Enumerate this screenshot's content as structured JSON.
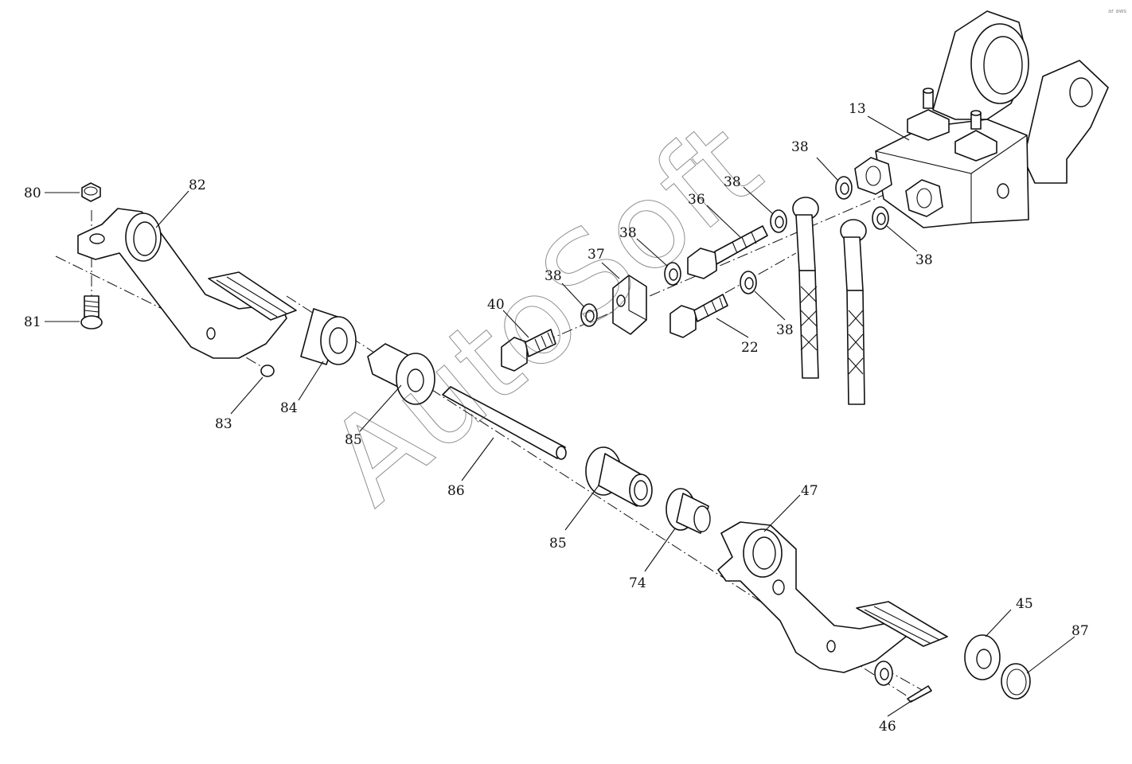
{
  "watermark": "AutoSoft",
  "corner_mark": "ar aws",
  "callouts": [
    {
      "id": "c80",
      "text": "80"
    },
    {
      "id": "c82",
      "text": "82"
    },
    {
      "id": "c81",
      "text": "81"
    },
    {
      "id": "c83",
      "text": "83"
    },
    {
      "id": "c84",
      "text": "84"
    },
    {
      "id": "c85a",
      "text": "85"
    },
    {
      "id": "c86",
      "text": "86"
    },
    {
      "id": "c85b",
      "text": "85"
    },
    {
      "id": "c74",
      "text": "74"
    },
    {
      "id": "c47",
      "text": "47"
    },
    {
      "id": "c45",
      "text": "45"
    },
    {
      "id": "c87",
      "text": "87"
    },
    {
      "id": "c46",
      "text": "46"
    },
    {
      "id": "c40",
      "text": "40"
    },
    {
      "id": "c38a",
      "text": "38"
    },
    {
      "id": "c37",
      "text": "37"
    },
    {
      "id": "c38b",
      "text": "38"
    },
    {
      "id": "c36",
      "text": "36"
    },
    {
      "id": "c38c",
      "text": "38"
    },
    {
      "id": "c22",
      "text": "22"
    },
    {
      "id": "c38d",
      "text": "38"
    },
    {
      "id": "c38e",
      "text": "38"
    },
    {
      "id": "c38f",
      "text": "38"
    },
    {
      "id": "c13",
      "text": "13"
    }
  ]
}
